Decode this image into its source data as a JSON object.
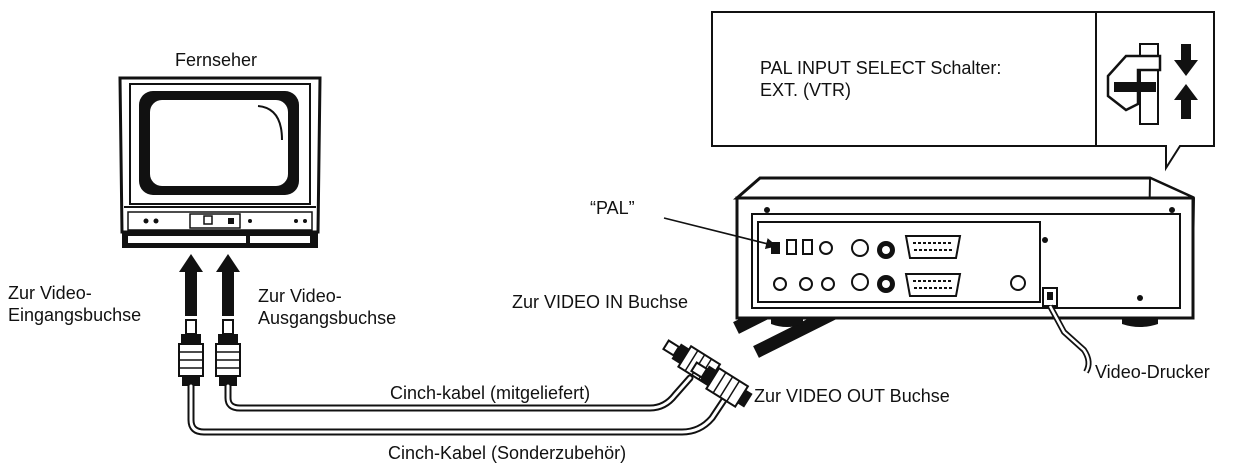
{
  "labels": {
    "tv": "Fernseher",
    "tv_in_line1": "Zur Video-",
    "tv_in_line2": "Eingangsbuchse",
    "tv_out_line1": "Zur Video-",
    "tv_out_line2": "Ausgangsbuchse",
    "pal": "“PAL”",
    "video_in": "Zur VIDEO IN Buchse",
    "video_out": "Zur VIDEO OUT Buchse",
    "cable_supplied": "Cinch-kabel (mitgeliefert)",
    "cable_optional": "Cinch-Kabel (Sonderzubehör)",
    "printer": "Video-Drucker"
  },
  "callout": {
    "line1": "PAL INPUT SELECT Schalter:",
    "line2": "EXT. (VTR)"
  },
  "icons": {
    "tv": "television-icon",
    "printer": "video-printer-icon",
    "switch": "slide-switch-icon",
    "arrow_down": "arrow-down-icon",
    "arrow_up": "arrow-up-icon",
    "plug": "rca-plug-icon"
  }
}
